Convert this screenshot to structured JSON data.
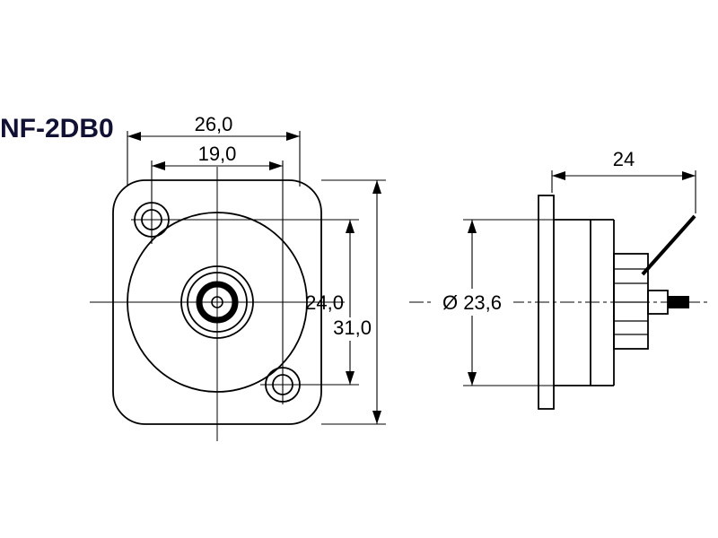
{
  "title": "NF-2DB0",
  "colors": {
    "line": "#000000",
    "title": "#111133",
    "background": "#ffffff"
  },
  "front_view": {
    "dim_flange_width": "26,0",
    "dim_hole_spacing_h": "19,0",
    "dim_hole_spacing_v": "24,0",
    "dim_flange_height": "31,0"
  },
  "side_view": {
    "dim_depth": "24",
    "dim_body_diameter": "Ø 23,6"
  }
}
